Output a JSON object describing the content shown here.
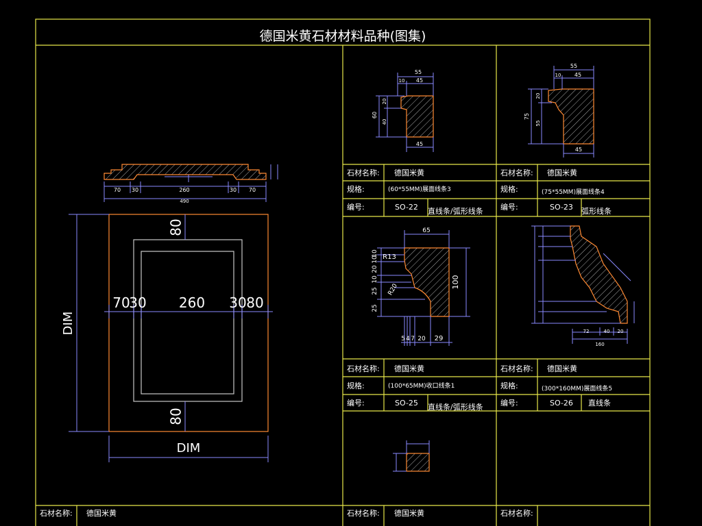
{
  "title": "德国米黄石材材料品种(图集)",
  "labels": {
    "material": "石材名称:",
    "spec": "规格:",
    "code": "编号:"
  },
  "material_name": "德国米黄",
  "cards": [
    {
      "id": "SO-22",
      "spec": "(60*55MM)展面线条3",
      "code": "SO-22",
      "type": "直线条/弧形线条"
    },
    {
      "id": "SO-23",
      "spec": "(75*55MM)展面线条4",
      "code": "SO-23",
      "type": "弧形线条"
    },
    {
      "id": "SO-25",
      "spec": "(100*65MM)收口线条1",
      "code": "SO-25",
      "type": "直线条/弧形线条"
    },
    {
      "id": "SO-26",
      "spec": "(300*160MM)展面线条5",
      "code": "SO-26",
      "type": "直线条"
    }
  ],
  "main_drawing": {
    "dims": {
      "top": "80",
      "bottom": "80",
      "left_70": "70",
      "left_30": "30",
      "center": "260",
      "right_30": "30",
      "right_80": "80",
      "height": "DIM",
      "width": "DIM"
    },
    "section_dims": [
      "70",
      "30",
      "260",
      "30",
      "70",
      "490"
    ]
  },
  "profile_22": {
    "w_top": "55",
    "w_a": "10",
    "w_b": "45",
    "h_total": "60",
    "h_a": "20",
    "h_b": "40",
    "w_bottom": "45"
  },
  "profile_23": {
    "w_top": "55",
    "w_a": "10",
    "w_b": "45",
    "h_total": "75",
    "h_a": "20",
    "h_b": "55",
    "w_bottom": "45"
  },
  "profile_25": {
    "w_top": "65",
    "h_total": "100",
    "r1": "R13",
    "r2": "R20",
    "v1": "10",
    "v2": "10",
    "v3": "20",
    "v4": "10",
    "v5": "25",
    "v6": "25",
    "b1": "5",
    "b2": "4",
    "b3": "7",
    "b4": "20",
    "b5": "29"
  },
  "profile_26": {
    "bottom": "160",
    "b1": "72",
    "b2": "40",
    "b3": "20"
  },
  "colors": {
    "frame": "#e8e84a",
    "dim": "#8a8aff",
    "profile": "#ff8a33",
    "text": "#ffffff",
    "hatch": "#c9c9c9"
  }
}
